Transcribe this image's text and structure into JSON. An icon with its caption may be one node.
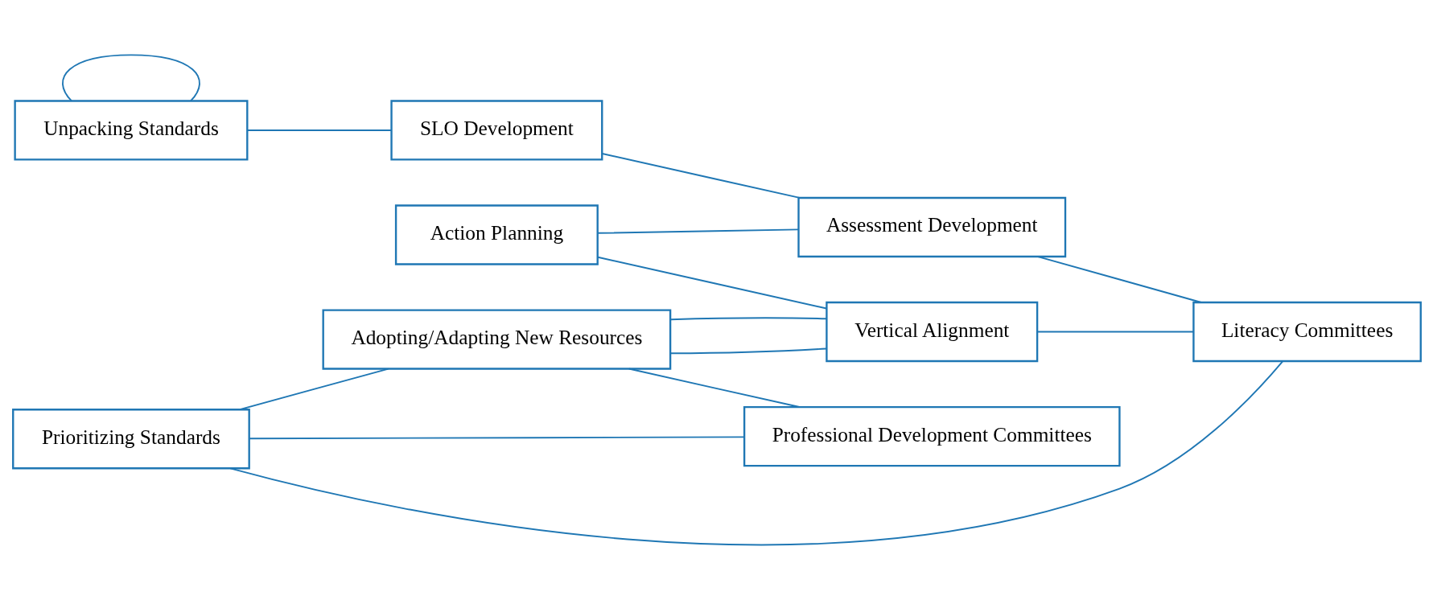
{
  "diagram": {
    "nodes": [
      {
        "text": [
          "Prioritizing Standards"
        ]
      },
      {
        "text": [
          "Unpacking Standards"
        ]
      },
      {
        "text": [
          "SLO Development"
        ]
      },
      {
        "text": [
          "Action Planning"
        ]
      },
      {
        "text": [
          "Assessment Development"
        ]
      },
      {
        "text": [
          "Adopting/Adapting New Resources"
        ]
      },
      {
        "text": [
          "Vertical Alignment"
        ]
      },
      {
        "text": [
          "Literacy Committees"
        ]
      },
      {
        "text": [
          "Professional Development Committees"
        ]
      }
    ],
    "edges": [
      {
        "from": 0,
        "to": 5,
        "arrow": "none"
      },
      {
        "from": 1,
        "to": 1,
        "arrow": "none"
      },
      {
        "from": 1,
        "to": 2,
        "arrow": "none"
      },
      {
        "from": 2,
        "to": 4,
        "arrow": "none"
      },
      {
        "from": 3,
        "to": 6,
        "arrow": "none"
      },
      {
        "from": 3,
        "to": 4,
        "arrow": "none"
      },
      {
        "from": 5,
        "to": 6,
        "arrow": "none"
      },
      {
        "from": 6,
        "to": 7,
        "arrow": "none"
      },
      {
        "from": 4,
        "to": 7,
        "arrow": "none"
      },
      {
        "from": 0,
        "to": 8,
        "arrow": "none"
      },
      {
        "from": 0,
        "to": 7,
        "arrow": "none"
      },
      {
        "from": 5,
        "to": 8,
        "arrow": "none"
      },
      {
        "from": 5,
        "to": 6,
        "arrow": "none"
      }
    ]
  }
}
